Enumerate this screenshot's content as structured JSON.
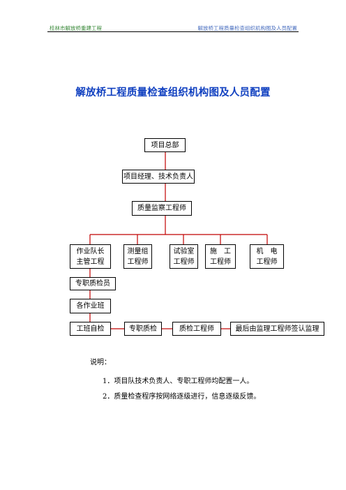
{
  "header": {
    "left": "桂林市解放桥重建工程",
    "right": "解放桥工程质量检查组织机构图及人员配置"
  },
  "title": "解放桥工程质量检查组织机构图及人员配置",
  "chart": {
    "top": "项目总部",
    "manager": "项目经理、技术负责人",
    "supervisor": "质量监察工程师",
    "branches": [
      {
        "line1": "作业队长",
        "line2": "主管工程"
      },
      {
        "line1": "测量组",
        "line2": "工程师"
      },
      {
        "line1": "试验室",
        "line2": "工程师"
      },
      {
        "line1": "施　工",
        "line2": "工程师"
      },
      {
        "line1": "机　电",
        "line2": "工程师"
      }
    ],
    "inspector": "专职质检员",
    "teams": "各作业班",
    "flow": [
      "工班自检",
      "专职质检",
      "质检工程师",
      "最后由监理工程师签认监理"
    ]
  },
  "notes": {
    "heading": "说明：",
    "items": [
      "1．项目队技术负责人、专职工程师均配置一人。",
      "2．质量检查程序按网络逐级进行，信息逐级反馈。"
    ]
  },
  "colors": {
    "header_left": "#3a8a3a",
    "header_right": "#4a6fc0",
    "title": "#1040c0",
    "connector": "#c00000"
  }
}
